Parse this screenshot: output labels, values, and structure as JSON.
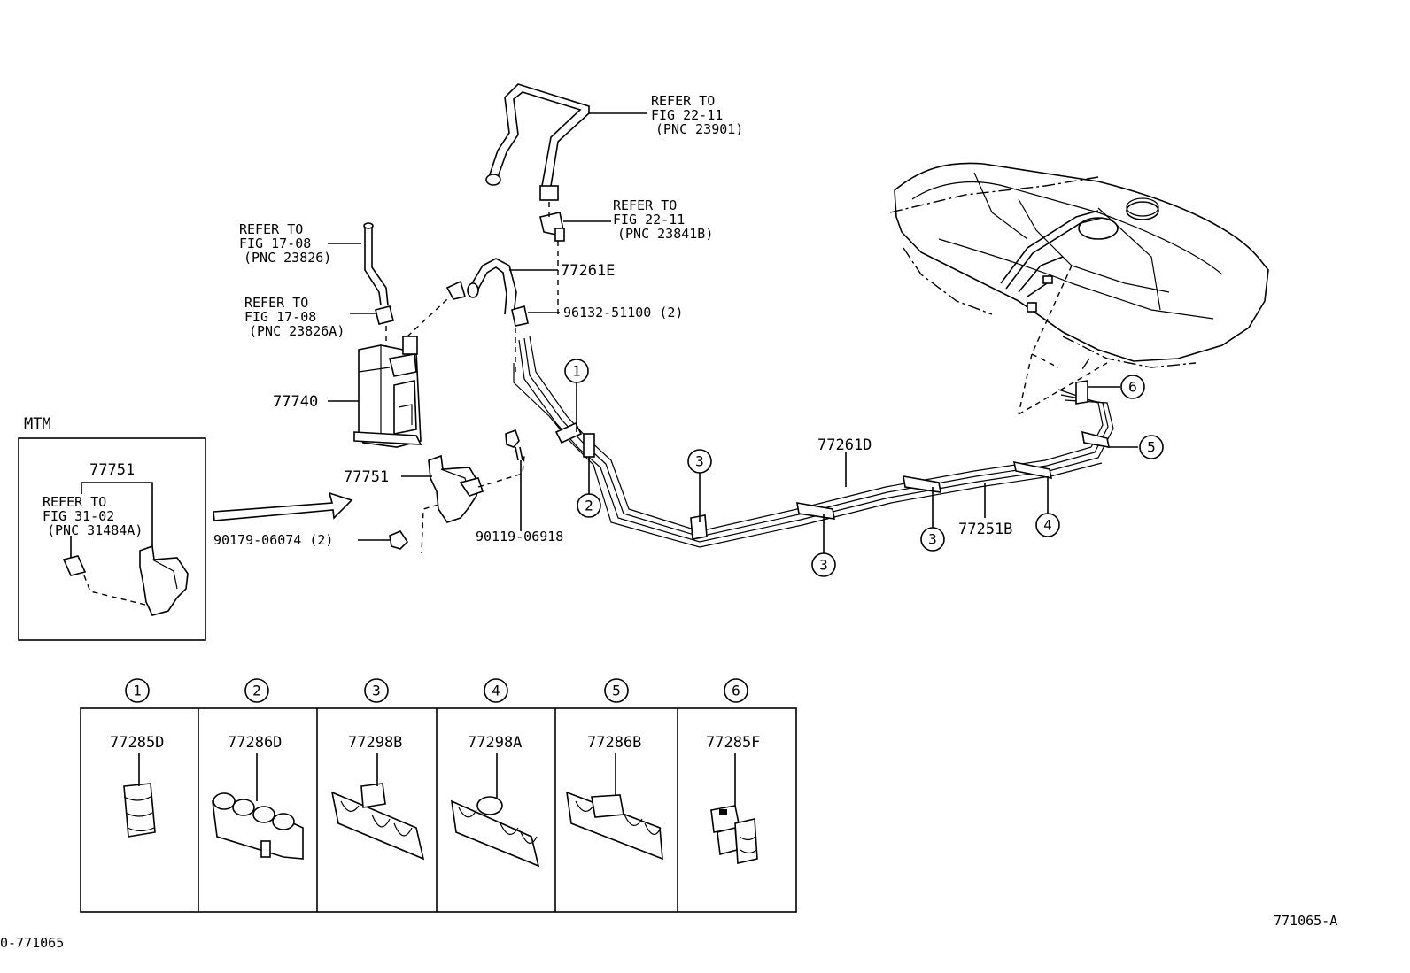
{
  "refs": {
    "ref_23901": [
      "REFER TO",
      "FIG 22-11",
      "(PNC 23901)"
    ],
    "ref_23841b": [
      "REFER TO",
      "FIG 22-11",
      "(PNC 23841B)"
    ],
    "ref_23826": [
      "REFER TO",
      "FIG 17-08",
      "(PNC 23826)"
    ],
    "ref_23826a": [
      "REFER TO",
      "FIG 17-08",
      "(PNC 23826A)"
    ],
    "ref_31484a": [
      "REFER TO",
      "FIG 31-02",
      "(PNC 31484A)"
    ]
  },
  "part_labels": {
    "hose_77261e": "77261E",
    "clamp_96132": "96132-51100 (2)",
    "canister_77740": "77740",
    "bracket_77751": "77751",
    "bolt_90179": "90179-06074 (2)",
    "bolt_90119": "90119-06918",
    "tube_77261d": "77261D",
    "tube_77251b": "77251B"
  },
  "mtm": {
    "title": "MTM",
    "part": "77751"
  },
  "callouts": [
    "1",
    "2",
    "3",
    "4",
    "5",
    "6"
  ],
  "clamp_table": [
    {
      "num": "1",
      "part": "77285D"
    },
    {
      "num": "2",
      "part": "77286D"
    },
    {
      "num": "3",
      "part": "77298B"
    },
    {
      "num": "4",
      "part": "77298A"
    },
    {
      "num": "5",
      "part": "77286B"
    },
    {
      "num": "6",
      "part": "77285F"
    }
  ],
  "footer": {
    "left_code": "0-771065",
    "right_code": "771065-A"
  }
}
